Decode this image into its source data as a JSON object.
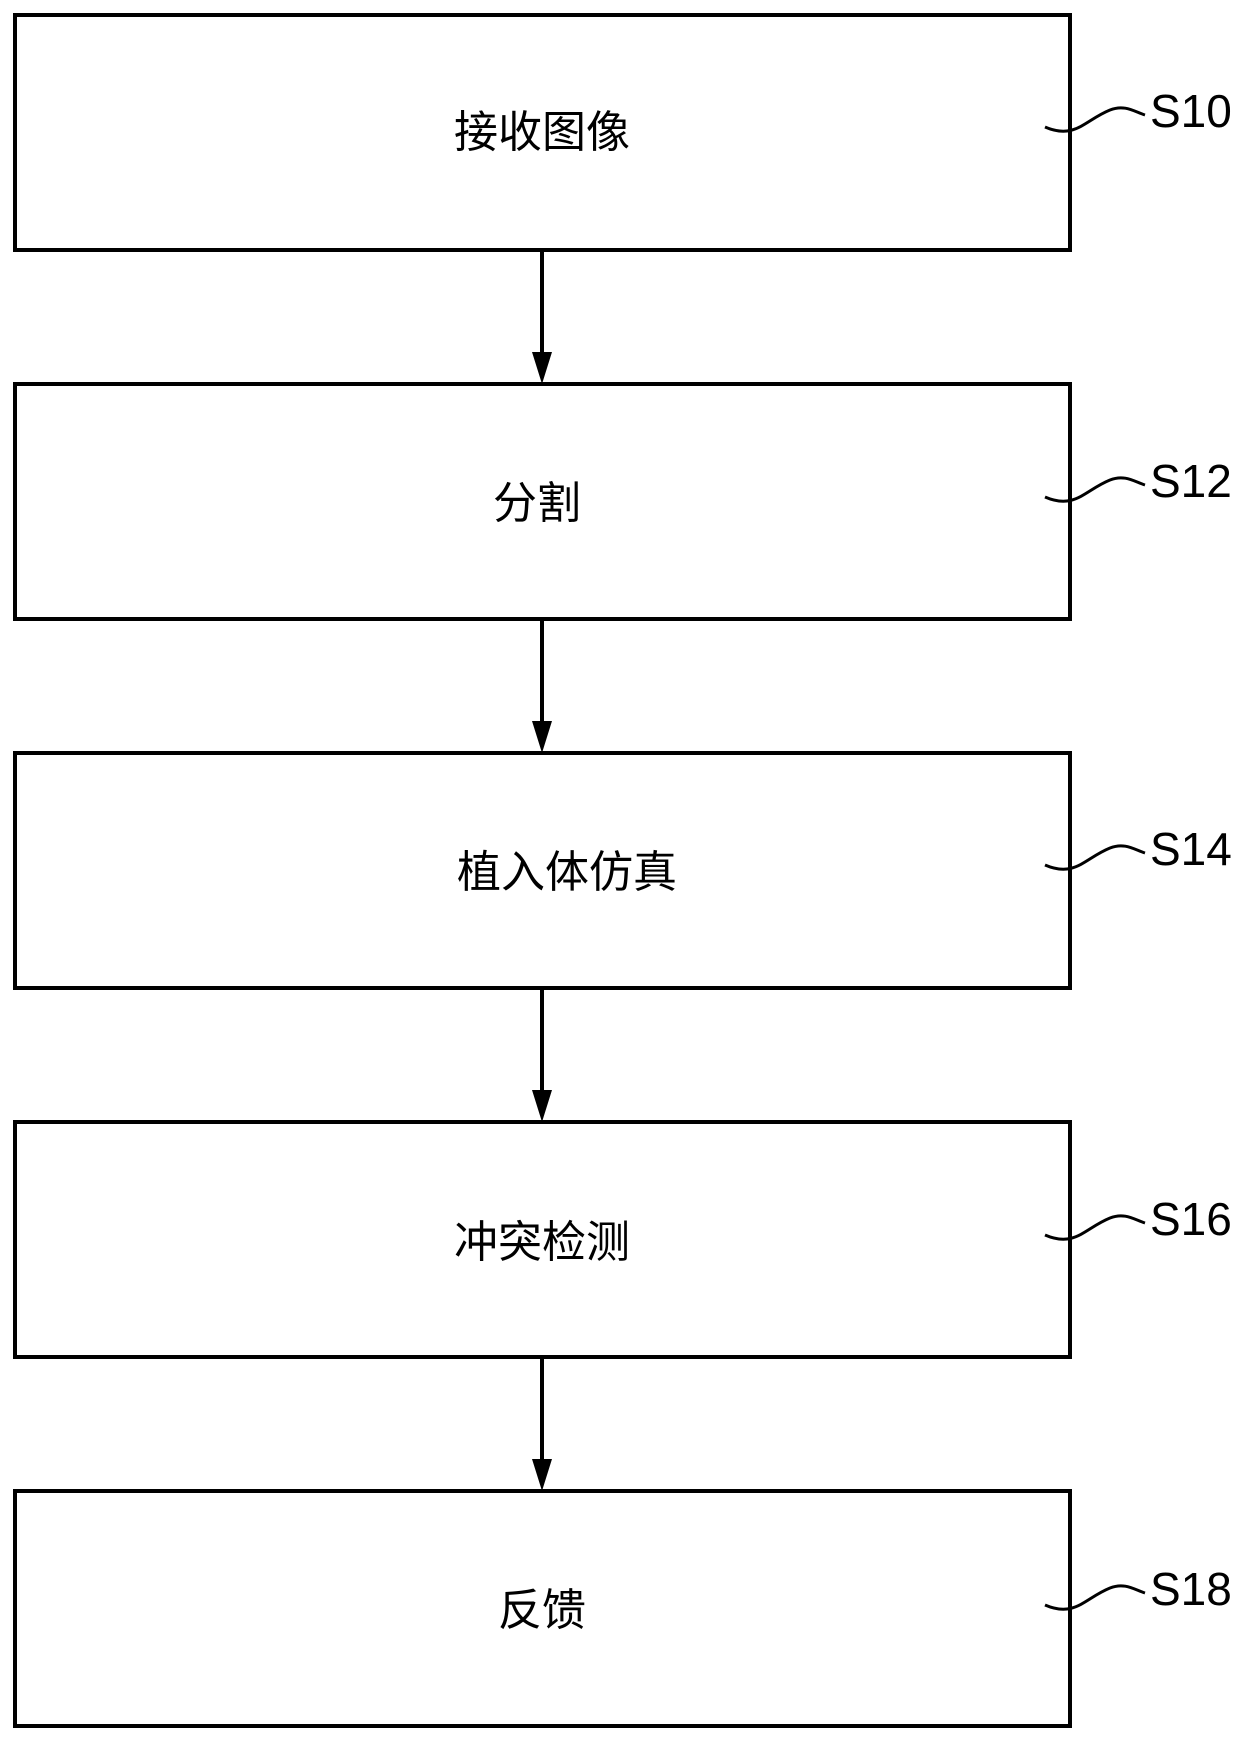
{
  "steps": [
    {
      "label": "接收图像",
      "ref": "S10"
    },
    {
      "label": "分割",
      "ref": "S12"
    },
    {
      "label": "植入体仿真",
      "ref": "S14"
    },
    {
      "label": "冲突检测",
      "ref": "S16"
    },
    {
      "label": "反馈",
      "ref": "S18"
    }
  ]
}
